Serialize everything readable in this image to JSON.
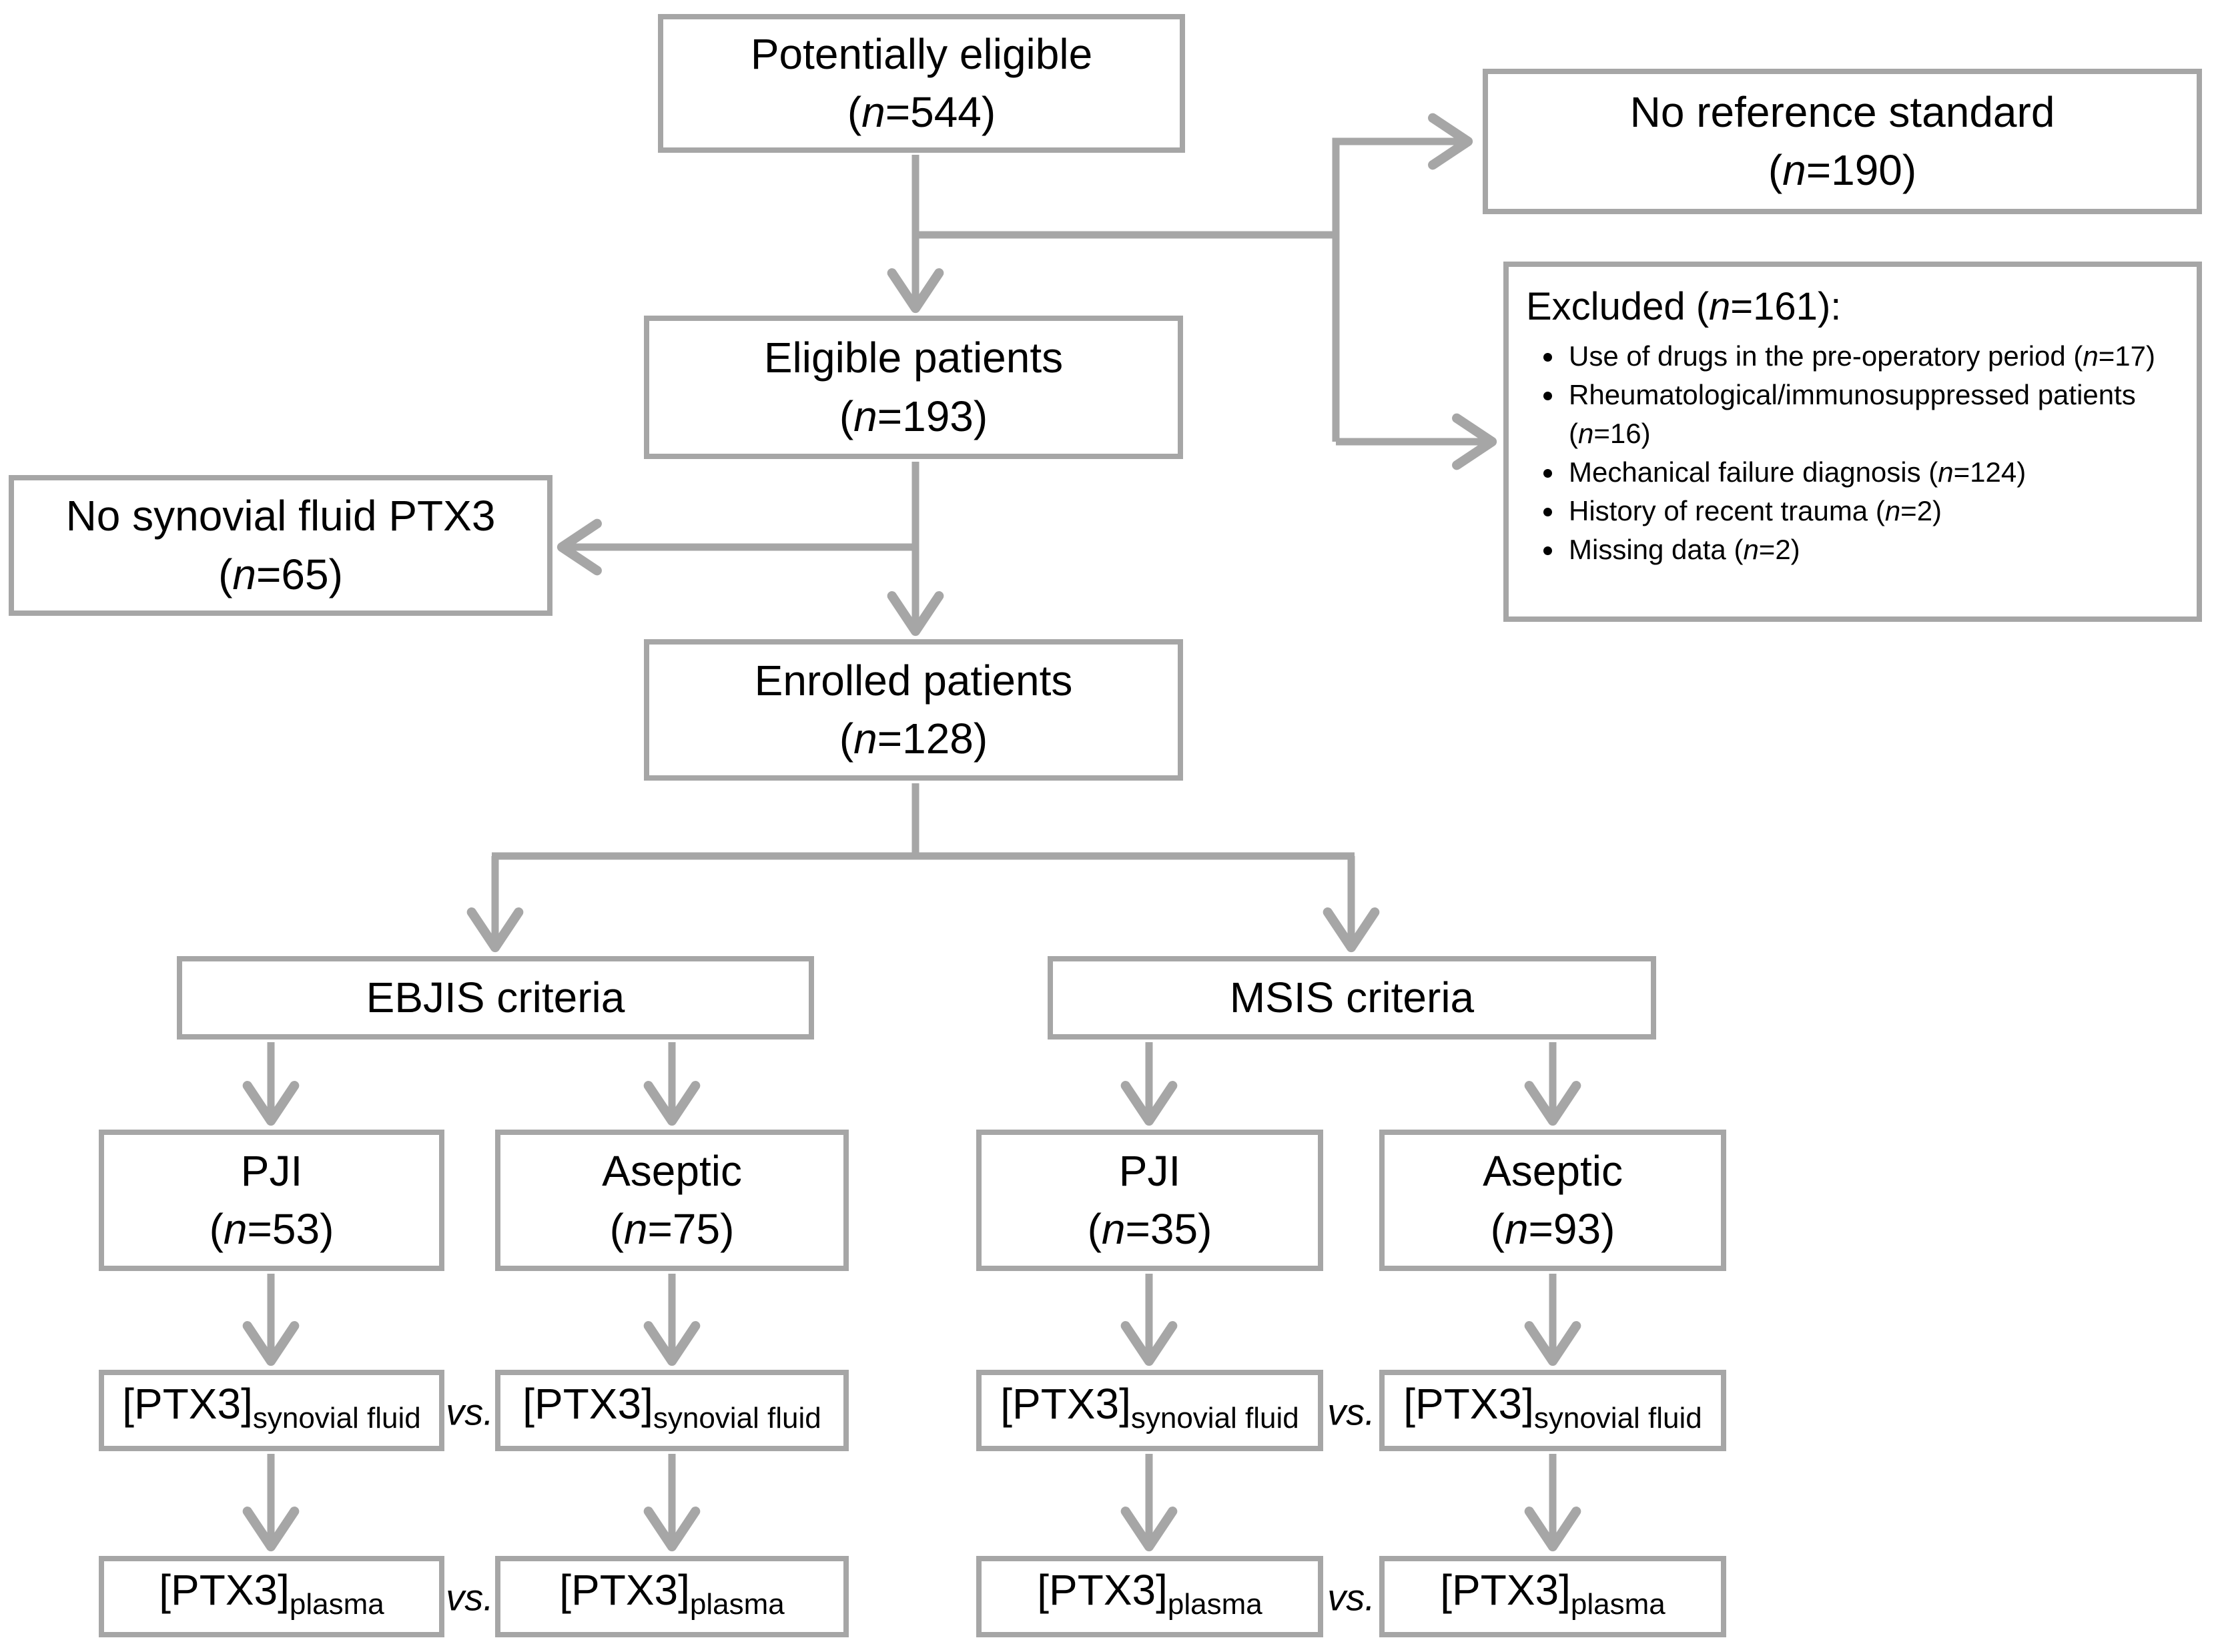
{
  "flow": {
    "potentially_eligible": {
      "label": "Potentially eligible",
      "n": "(n=544)"
    },
    "no_reference": {
      "label": "No reference standard",
      "n": "(n=190)"
    },
    "excluded": {
      "title": "Excluded (n=161):",
      "items": [
        "Use of drugs in the pre-operatory period (n=17)",
        "Rheumatological/immunosuppressed patients (n=16)",
        "Mechanical failure diagnosis (n=124)",
        "History of recent trauma (n=2)",
        "Missing data (n=2)"
      ]
    },
    "eligible": {
      "label": "Eligible patients",
      "n": "(n=193)"
    },
    "no_synovial": {
      "label": "No synovial fluid PTX3",
      "n": "(n=65)"
    },
    "enrolled": {
      "label": "Enrolled patients",
      "n": "(n=128)"
    },
    "ebjis": {
      "label": "EBJIS criteria"
    },
    "msis": {
      "label": "MSIS criteria"
    },
    "ebjis_pji": {
      "label": "PJI",
      "n": "(n=53)"
    },
    "ebjis_aseptic": {
      "label": "Aseptic",
      "n": "(n=75)"
    },
    "msis_pji": {
      "label": "PJI",
      "n": "(n=35)"
    },
    "msis_aseptic": {
      "label": "Aseptic",
      "n": "(n=93)"
    },
    "ptx3_synovial": {
      "main": "[PTX3]",
      "sub": "synovial fluid"
    },
    "ptx3_plasma": {
      "main": "[PTX3]",
      "sub": "plasma"
    },
    "vs_label": "vs."
  },
  "colors": {
    "box_border": "#a6a6a6",
    "arrow": "#a6a6a6",
    "text": "#000000",
    "background": "#ffffff"
  }
}
